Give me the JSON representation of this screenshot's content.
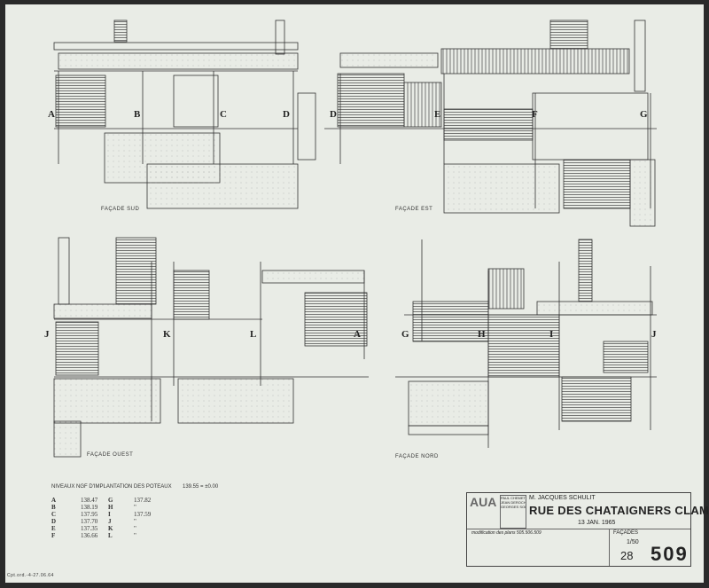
{
  "facades": {
    "sud": "FAÇADE SUD",
    "est": "FAÇADE EST",
    "ouest": "FAÇADE OUEST",
    "nord": "FAÇADE NORD"
  },
  "axis_letters": {
    "sud": [
      "A",
      "B",
      "C",
      "D"
    ],
    "est": [
      "D",
      "E",
      "F",
      "G"
    ],
    "ouest": [
      "J",
      "K",
      "L",
      "A"
    ],
    "nord": [
      "G",
      "H",
      "I",
      "J"
    ]
  },
  "levels_table": {
    "title": "NIVEAUX NGF D'IMPLANTATION DES POTEAUX",
    "reference": "139.55 = ±0.00",
    "left": [
      {
        "k": "A",
        "v": "138.47"
      },
      {
        "k": "B",
        "v": "138.19"
      },
      {
        "k": "C",
        "v": "137.95"
      },
      {
        "k": "D",
        "v": "137.70"
      },
      {
        "k": "E",
        "v": "137.35"
      },
      {
        "k": "F",
        "v": "136.66"
      }
    ],
    "right": [
      {
        "k": "G",
        "v": "137.82"
      },
      {
        "k": "H",
        "v": "\""
      },
      {
        "k": "I",
        "v": "137.59"
      },
      {
        "k": "J",
        "v": "\""
      },
      {
        "k": "K",
        "v": "\""
      },
      {
        "k": "L",
        "v": "\""
      }
    ]
  },
  "title_block": {
    "firm": "AUA",
    "architects": "PAUL CHEMETOV\nJEAN DEROCHE\nGEORGES SOLA",
    "client": "M. JACQUES SCHULIT",
    "address": "RUE DES CHATAIGNERS  CLAMART",
    "date": "13 JAN. 1965",
    "modification": "modification des plans 505.506.509",
    "subject": "FAÇADES",
    "scale": "1/50",
    "number_small": "28",
    "drawing_number": "509"
  },
  "margin_note": "Cpt.ord.-4-27.06.64"
}
